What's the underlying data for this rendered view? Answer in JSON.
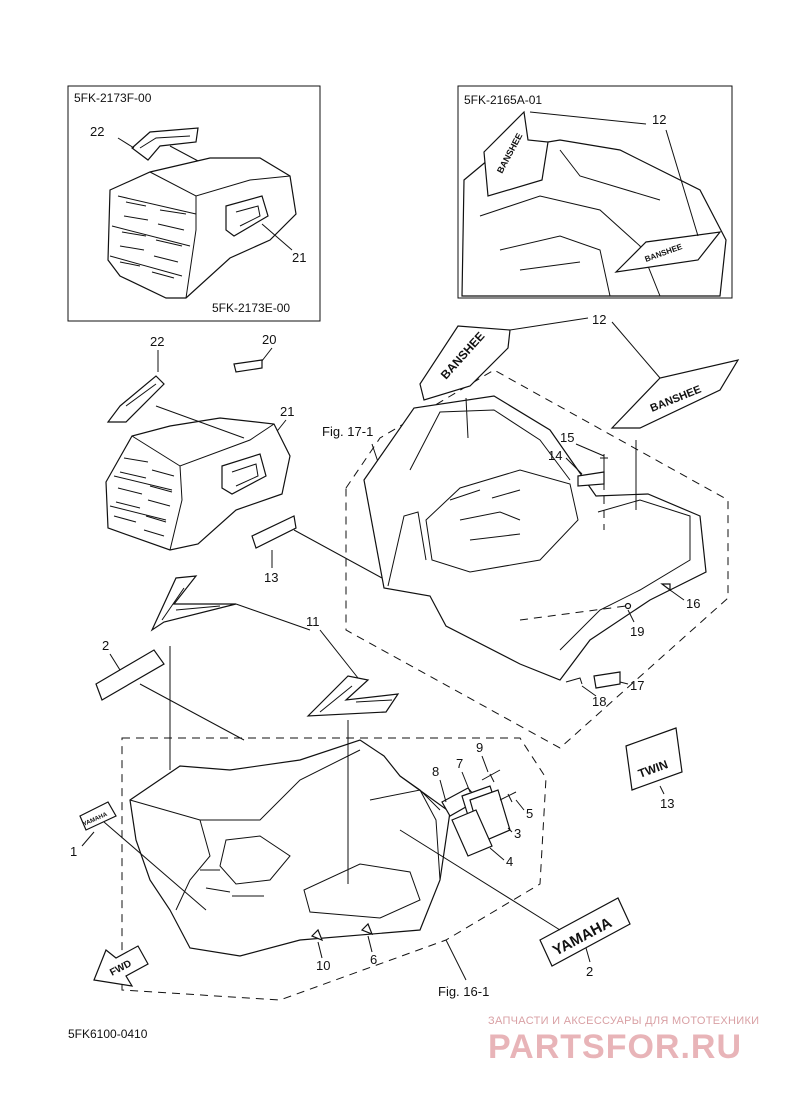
{
  "inset_left": {
    "code_top": "5FK-2173F-00",
    "code_bottom": "5FK-2173E-00",
    "callouts": [
      "22",
      "21"
    ]
  },
  "inset_right": {
    "code_top": "5FK-2165A-01",
    "callouts": [
      "12"
    ]
  },
  "figures": {
    "fig17": "Fig. 17-1",
    "fig16": "Fig. 16-1"
  },
  "callouts": {
    "c1": "1",
    "c2a": "2",
    "c2b": "2",
    "c3": "3",
    "c4": "4",
    "c5": "5",
    "c6": "6",
    "c7": "7",
    "c8": "8",
    "c9": "9",
    "c10": "10",
    "c11": "11",
    "c12": "12",
    "c13a": "13",
    "c13b": "13",
    "c14": "14",
    "c15": "15",
    "c16": "16",
    "c17": "17",
    "c18": "18",
    "c19": "19",
    "c20": "20",
    "c21": "21",
    "c22": "22"
  },
  "decals": {
    "yamaha_big": "YAMAHA",
    "yamaha_small": "YAMAHA",
    "banshee": "BANSHEE",
    "twin": "TWIN",
    "fwd": "FWD"
  },
  "footer": {
    "code": "5FK6100-0410"
  },
  "watermark": {
    "tagline": "ЗАПЧАСТИ И АКСЕССУАРЫ ДЛЯ МОТОТЕХНИКИ",
    "brand": "PARTSFOR.RU"
  }
}
